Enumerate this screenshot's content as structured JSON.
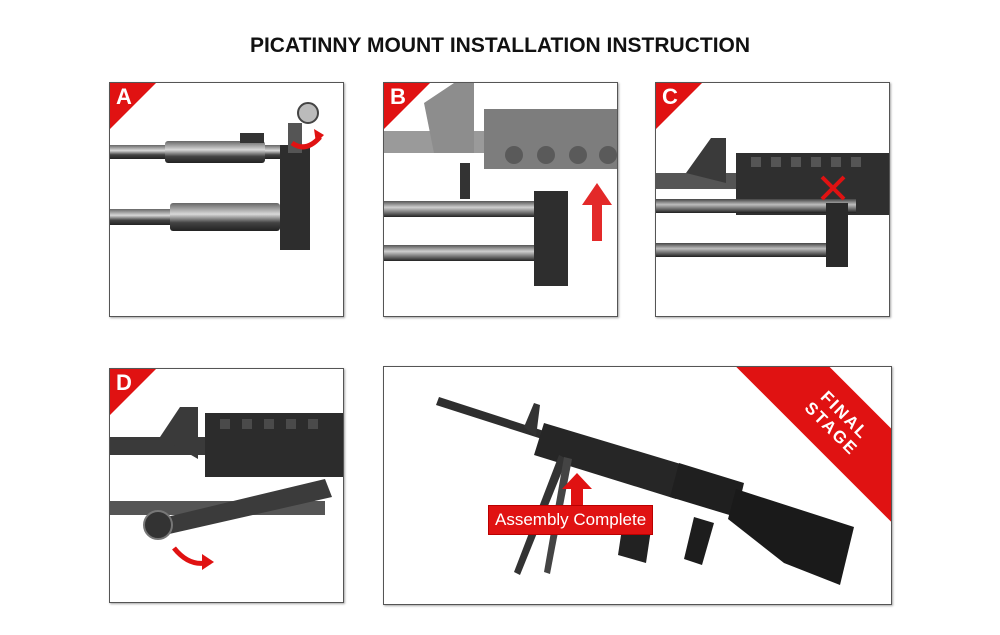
{
  "title": "PICATINNY MOUNT INSTALLATION INSTRUCTION",
  "panels": {
    "a": {
      "letter": "A"
    },
    "b": {
      "letter": "B"
    },
    "c": {
      "letter": "C"
    },
    "d": {
      "letter": "D"
    },
    "final": {
      "banner_line1": "FINAL",
      "banner_line2": "STAGE",
      "label": "Assembly Complete"
    }
  },
  "colors": {
    "accent_red": "#e01212",
    "metal_dark": "#2b2b2b",
    "metal_light": "#9a9a9a"
  },
  "icons": [
    "rotate-arrow-icon",
    "up-arrow-icon",
    "clamp-arrow-icon",
    "fold-arrow-icon"
  ]
}
